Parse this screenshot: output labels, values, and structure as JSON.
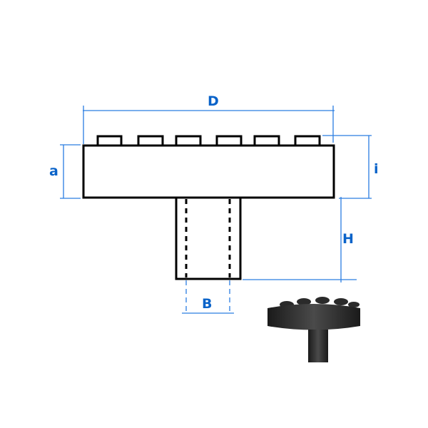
{
  "diagram": {
    "title": "Part dimension drawing",
    "colors": {
      "dimension": "#2a7de1",
      "label": "#0a63c9",
      "outline": "#000000",
      "part": "#2b2b2b"
    },
    "labels": {
      "D": "D",
      "a": "a",
      "i": "i",
      "H": "H",
      "B": "B"
    },
    "studs_count": 6,
    "photo": {
      "name": "product-photo",
      "description": "Black round flange with studs and cylindrical shaft"
    }
  }
}
